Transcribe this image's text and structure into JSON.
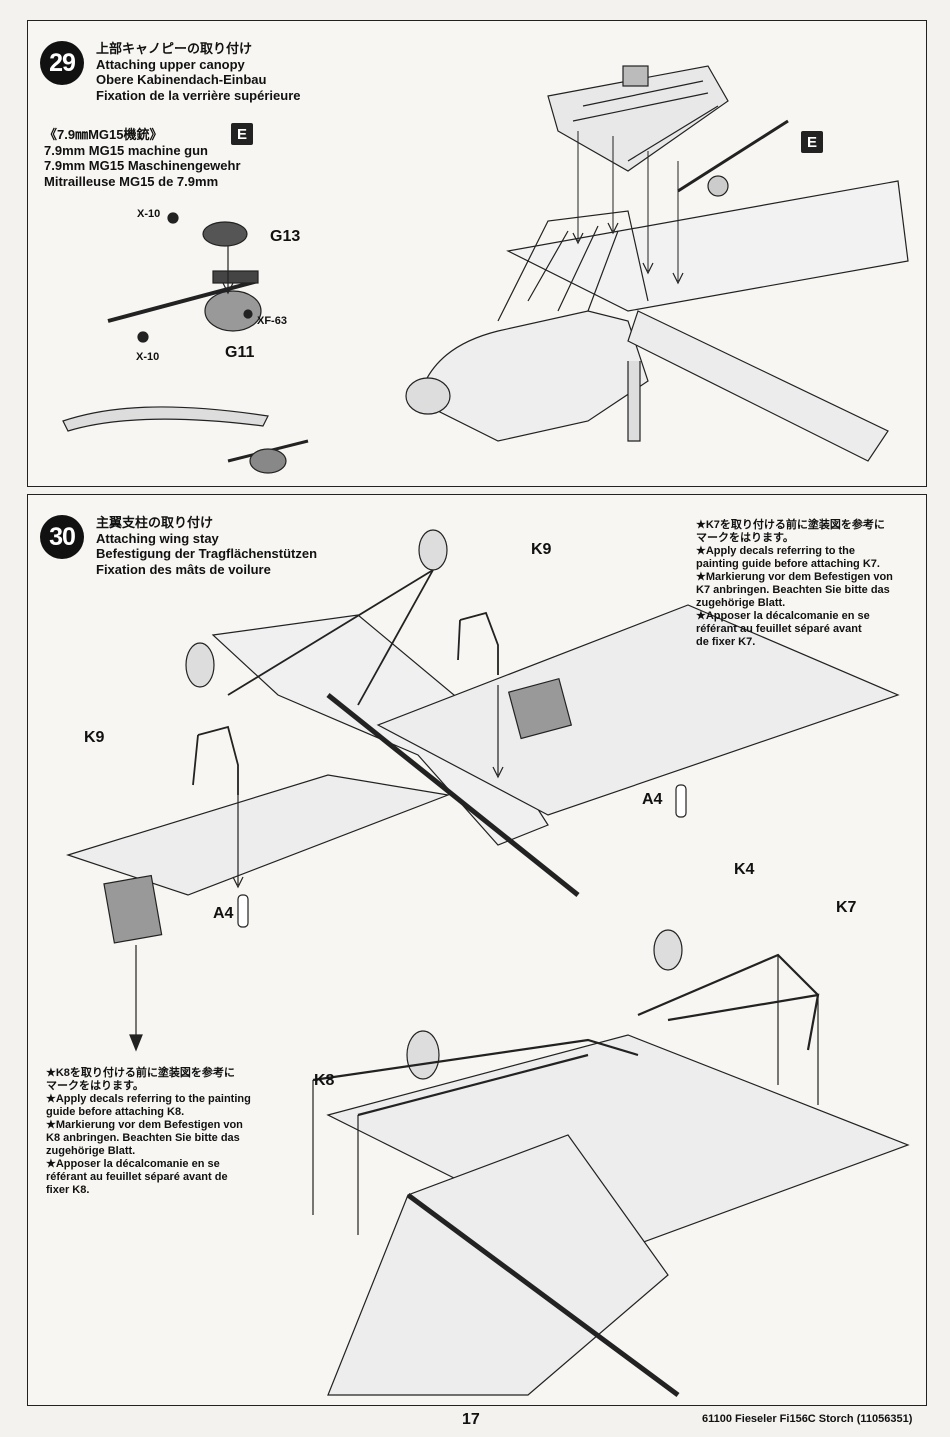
{
  "step29": {
    "number": "29",
    "titles": [
      "上部キャノピーの取り付け",
      "Attaching upper canopy",
      "Obere Kabinendach-Einbau",
      "Fixation de la verrière supérieure"
    ],
    "sub_titles": [
      "《7.9㎜MG15機銃》",
      "7.9mm MG15 machine gun",
      "7.9mm MG15 Maschinengewehr",
      "Mitrailleuse MG15 de 7.9mm"
    ],
    "badge_sub": "E",
    "badge_main": "E",
    "parts": {
      "x10_top": "X-10",
      "g13": "G13",
      "xf63": "XF-63",
      "x10_bottom": "X-10",
      "g11": "G11"
    }
  },
  "step30": {
    "number": "30",
    "titles": [
      "主翼支柱の取り付け",
      "Attaching wing stay",
      "Befestigung der Tragflächenstützen",
      "Fixation des mâts de voilure"
    ],
    "note_k7": [
      "★K7を取り付ける前に塗装図を参考に",
      "マークをはります。",
      "★Apply decals referring to the",
      "painting guide before attaching K7.",
      "★Markierung vor dem Befestigen von",
      "K7 anbringen. Beachten Sie bitte das",
      "zugehörige Blatt.",
      "★Apposer la décalcomanie en se",
      "référant au feuillet séparé avant",
      "de fixer K7."
    ],
    "note_k8": [
      "★K8を取り付ける前に塗装図を参考に",
      "マークをはります。",
      "★Apply decals referring to the painting",
      "guide before attaching K8.",
      "★Markierung vor dem Befestigen von",
      "K8 anbringen. Beachten Sie bitte das",
      "zugehörige Blatt.",
      "★Apposer la décalcomanie en se",
      "référant au feuillet séparé avant de",
      "fixer K8."
    ],
    "parts": {
      "k9_top": "K9",
      "k9_left": "K9",
      "a4_right": "A4",
      "a4_left": "A4",
      "k4": "K4",
      "k7": "K7",
      "k8": "K8"
    }
  },
  "footer": {
    "page": "17",
    "code": "61100  Fieseler Fi156C Storch (11056351)"
  }
}
